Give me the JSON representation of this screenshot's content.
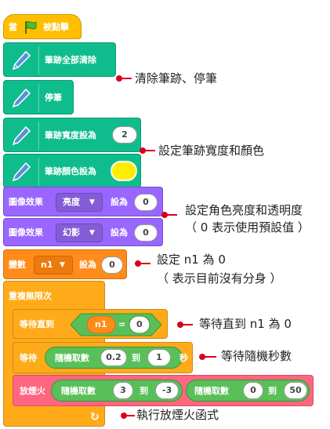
{
  "colors": {
    "events": "#ffbf00",
    "pen": "#0fbd8c",
    "looks": "#9966ff",
    "variables": "#ff8c1a",
    "control": "#ffab19",
    "extension": "#ff6680",
    "operator": "#59c059",
    "annotation": "#d9001b"
  },
  "hat": {
    "when": "當",
    "flag_icon": "green-flag-icon",
    "clicked": "被點擊"
  },
  "blocks": {
    "clear": "筆跡全部清除",
    "pen_up": "停筆",
    "set_size": "筆跡寬度設為",
    "set_size_value": "2",
    "set_color": "筆跡顏色設為",
    "looks1_label": "圖像效果",
    "looks1_effect": "亮度",
    "looks1_to": "設為",
    "looks1_value": "0",
    "looks2_label": "圖像效果",
    "looks2_effect": "幻影",
    "looks2_to": "設為",
    "looks2_value": "0",
    "var_label": "變數",
    "var_name": "n1",
    "var_to": "設為",
    "var_value": "0",
    "forever": "重複無限次",
    "wait_until": "等待直到",
    "cond_left": "n1",
    "cond_op": "=",
    "cond_right": "0",
    "wait": "等待",
    "rand1_label": "隨機取數",
    "rand1_from": "0.2",
    "rand1_to_word": "到",
    "rand1_to": "1",
    "wait_unit": "秒",
    "firework": "放煙火",
    "rand2_label": "隨機取數",
    "rand2_from": "3",
    "rand2_to_word": "到",
    "rand2_to": "-3",
    "rand3_label": "隨機取數",
    "rand3_from": "0",
    "rand3_to_word": "到",
    "rand3_to": "50"
  },
  "annotations": {
    "a1": "清除筆跡、停筆",
    "a2": "設定筆跡寬度和顏色",
    "a3_line1": "設定角色亮度和透明度",
    "a3_line2": "（ 0 表示使用預設值 ）",
    "a4_line1": "設定 n1 為 0",
    "a4_line2": "（ 表示目前沒有分身 ）",
    "a5": "等待直到 n1 為 0",
    "a6": "等待隨機秒數",
    "a7": "執行放煙火函式"
  }
}
